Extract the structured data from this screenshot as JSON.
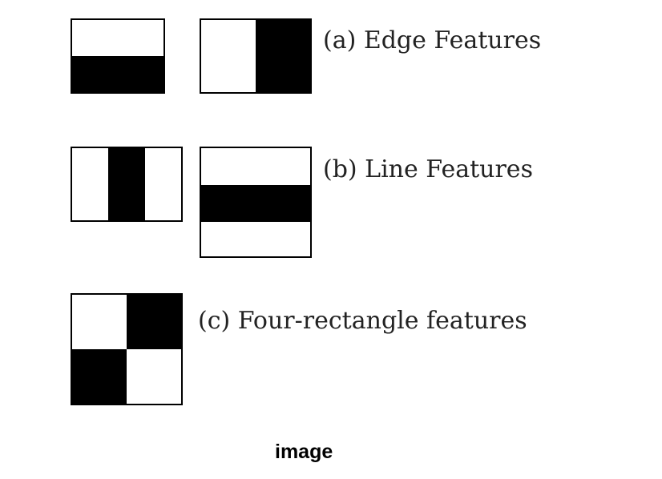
{
  "labels": {
    "edge": "(a) Edge Features",
    "line": "(b) Line Features",
    "four": "(c) Four-rectangle features"
  },
  "caption": "image",
  "colors": {
    "fill": "#000000",
    "background": "#ffffff"
  }
}
